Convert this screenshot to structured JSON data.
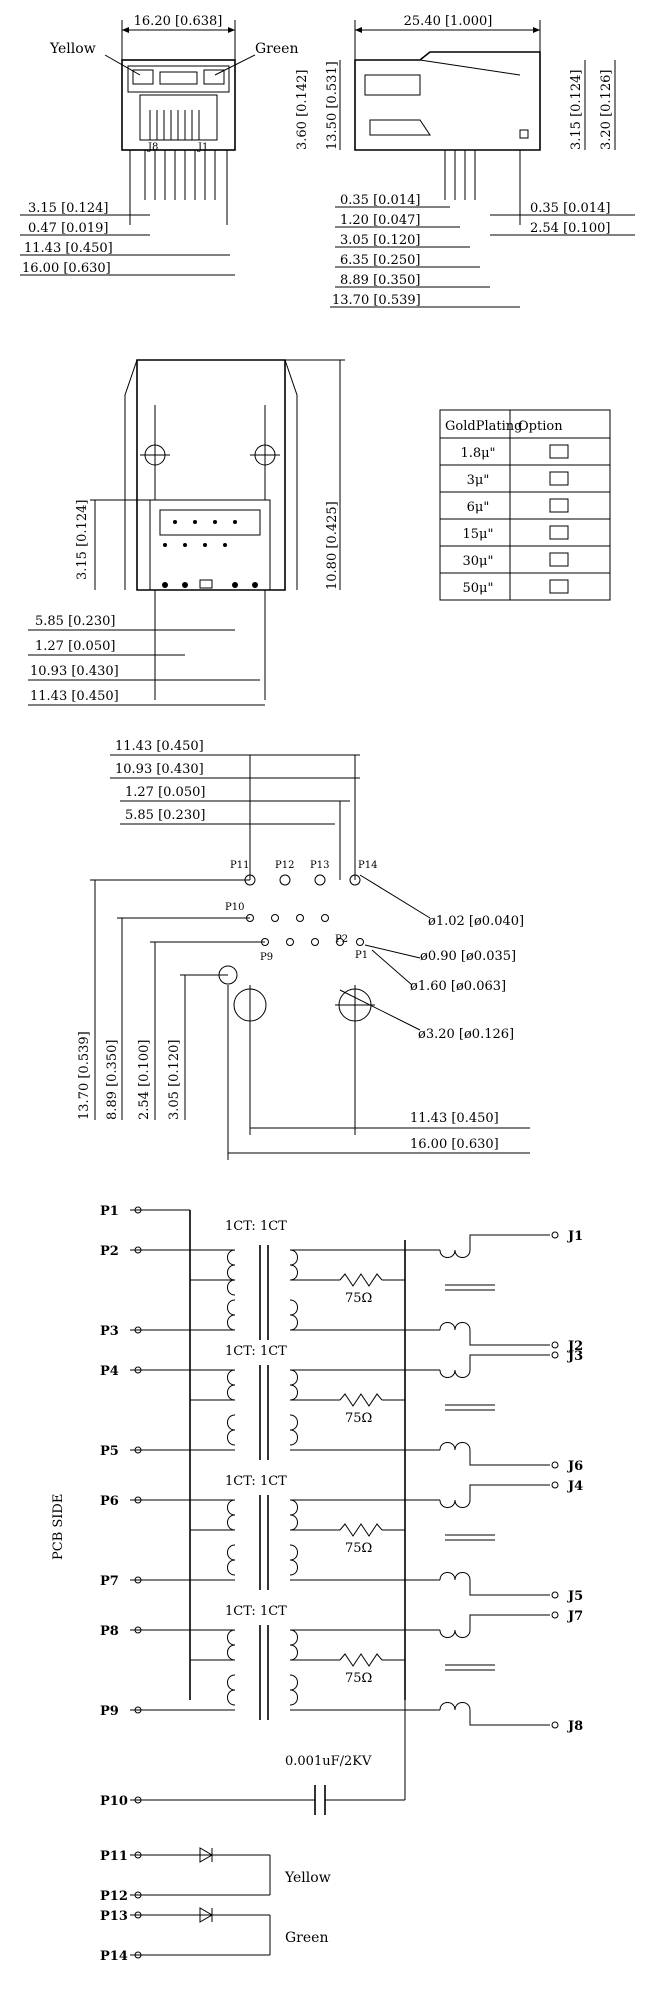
{
  "front_view": {
    "width_dim": "16.20 [0.638]",
    "yellow": "Yellow",
    "green": "Green",
    "j8": "J8",
    "j1": "J1",
    "dims": [
      "3.15 [0.124]",
      "0.47 [0.019]",
      "11.43 [0.450]",
      "16.00 [0.630]"
    ]
  },
  "side_view": {
    "length_dim": "25.40 [1.000]",
    "h1": "3.60 [0.142]",
    "h2": "13.50 [0.531]",
    "h3": "3.15 [0.124]",
    "h4": "3.20 [0.126]",
    "dims": [
      "0.35 [0.014]",
      "1.20 [0.047]",
      "3.05 [0.120]",
      "6.35 [0.250]",
      "8.89 [0.350]",
      "13.70 [0.539]"
    ],
    "right_dims": [
      "0.35 [0.014]",
      "2.54 [0.100]"
    ]
  },
  "bottom_view": {
    "v1": "3.15 [0.124]",
    "v2": "10.80 [0.425]",
    "dims": [
      "5.85 [0.230]",
      "1.27 [0.050]",
      "10.93 [0.430]",
      "11.43 [0.450]"
    ]
  },
  "plating_table": {
    "header_plating": "GoldPlating",
    "header_option": "Option",
    "rows": [
      {
        "label": "1.8μ\"",
        "selected": false
      },
      {
        "label": "3μ\"",
        "selected": false
      },
      {
        "label": "6μ\"",
        "selected": false
      },
      {
        "label": "15μ\"",
        "selected": false
      },
      {
        "label": "30μ\"",
        "selected": true
      },
      {
        "label": "50μ\"",
        "selected": false
      }
    ]
  },
  "pcb_layout": {
    "top_dims": [
      "11.43 [0.450]",
      "10.93 [0.430]",
      "1.27 [0.050]",
      "5.85 [0.230]"
    ],
    "pins": {
      "p11": "P11",
      "p12": "P12",
      "p13": "P13",
      "p14": "P14",
      "p10": "P10",
      "p9": "P9",
      "p2": "P2",
      "p1": "P1"
    },
    "holes": [
      "ø1.02  [ø0.040]",
      "ø0.90  [ø0.035]",
      "ø1.60  [ø0.063]",
      "ø3.20  [ø0.126]"
    ],
    "vert_dims": [
      "13.70  [0.539]",
      "8.89  [0.350]",
      "2.54  [0.100]",
      "3.05  [0.120]"
    ],
    "bottom_dims": [
      "11.43  [0.450]",
      "16.00  [0.630]"
    ]
  },
  "schematic": {
    "pcb_side": "PCB SIDE",
    "ratio": "1CT: 1CT",
    "resistor": "75Ω",
    "capacitor": "0.001uF/2KV",
    "left_pins": [
      "P1",
      "P2",
      "P3",
      "P4",
      "P5",
      "P6",
      "P7",
      "P8",
      "P9",
      "P10",
      "P11",
      "P12",
      "P13",
      "P14"
    ],
    "right_pins": [
      "J1",
      "J2",
      "J3",
      "J6",
      "J4",
      "J5",
      "J7",
      "J8"
    ],
    "yellow": "Yellow",
    "green": "Green"
  }
}
